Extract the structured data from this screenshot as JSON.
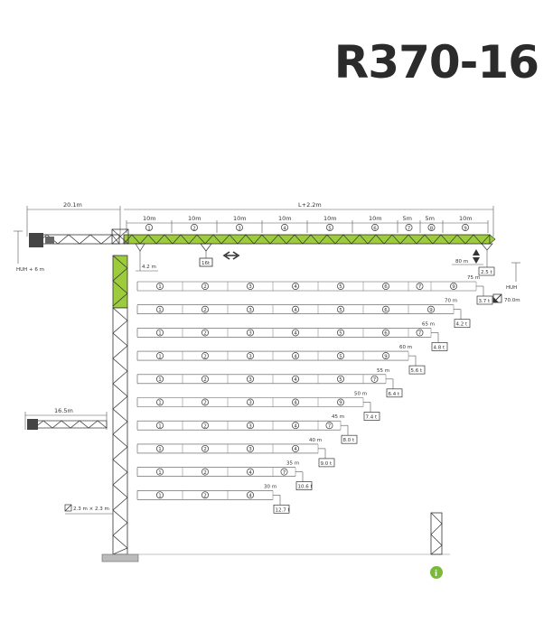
{
  "title": "R370-16",
  "dimensions": {
    "counter_jib": "20.1m",
    "jib_total": "L+2.2m",
    "height_top_left": "HUH + 6 m",
    "height_right": "HUH",
    "offset": "4.2 m",
    "end_distance": "80 m",
    "end_load": "2.5 t",
    "mast_section": "2.3 m × 2.3 m",
    "short_counter_jib": "16.5m",
    "hook_block_badge": "16t",
    "max_height_label": "70.0m"
  },
  "jib_segments": [
    {
      "len": "10m",
      "num": "1"
    },
    {
      "len": "10m",
      "num": "2"
    },
    {
      "len": "10m",
      "num": "3"
    },
    {
      "len": "10m",
      "num": "4"
    },
    {
      "len": "10m",
      "num": "5"
    },
    {
      "len": "10m",
      "num": "6"
    },
    {
      "len": "5m",
      "num": "7"
    },
    {
      "len": "5m",
      "num": "8"
    },
    {
      "len": "10m",
      "num": "9"
    }
  ],
  "configs": [
    {
      "radius": "75 m",
      "load": "3.7 t",
      "sections": [
        "1",
        "2",
        "3",
        "4",
        "5",
        "6",
        "7",
        "9"
      ]
    },
    {
      "radius": "70 m",
      "load": "4.2 t",
      "sections": [
        "1",
        "2",
        "3",
        "4",
        "5",
        "6",
        "9"
      ]
    },
    {
      "radius": "65 m",
      "load": "4.8 t",
      "sections": [
        "1",
        "2",
        "3",
        "4",
        "5",
        "6",
        "7"
      ]
    },
    {
      "radius": "60 m",
      "load": "5.6 t",
      "sections": [
        "1",
        "2",
        "3",
        "4",
        "5",
        "9"
      ]
    },
    {
      "radius": "55 m",
      "load": "6.4 t",
      "sections": [
        "1",
        "2",
        "3",
        "4",
        "5",
        "7"
      ]
    },
    {
      "radius": "50 m",
      "load": "7.4 t",
      "sections": [
        "1",
        "2",
        "3",
        "4",
        "9"
      ]
    },
    {
      "radius": "45 m",
      "load": "8.0 t",
      "sections": [
        "1",
        "2",
        "3",
        "4",
        "7"
      ]
    },
    {
      "radius": "40 m",
      "load": "9.0 t",
      "sections": [
        "1",
        "2",
        "3",
        "4"
      ]
    },
    {
      "radius": "35 m",
      "load": "10.6 t",
      "sections": [
        "1",
        "2",
        "4",
        "7"
      ]
    },
    {
      "radius": "30 m",
      "load": "12.7 t",
      "sections": [
        "1",
        "2",
        "4"
      ]
    }
  ],
  "colors": {
    "jib_green": "#9ccc3c",
    "info_green": "#7ab83e",
    "ink": "#333333"
  }
}
